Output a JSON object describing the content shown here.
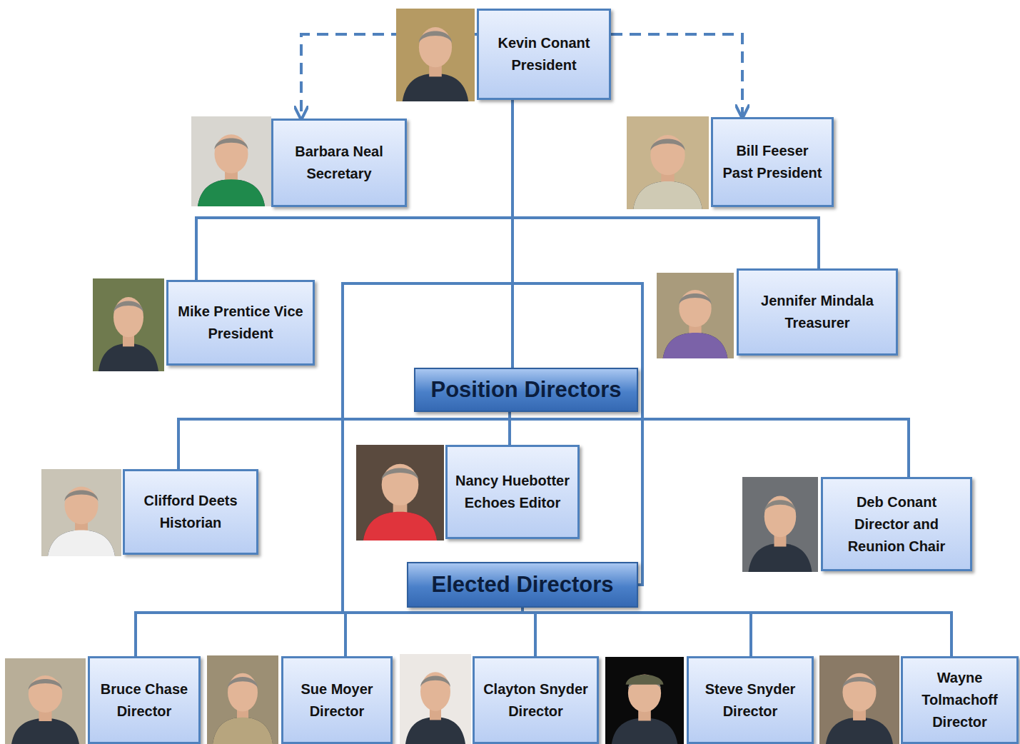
{
  "diagram": {
    "nodes": [
      {
        "text": [
          "Kevin Conant President"
        ]
      },
      {
        "text": [
          "Barbara Neal Secretary"
        ]
      },
      {
        "text": [
          "Bill Feeser Past President"
        ]
      },
      {
        "text": [
          "Mike Prentice Vice President"
        ]
      },
      {
        "text": [
          "Jennifer Mindala Treasurer"
        ]
      },
      {
        "text": [
          "Position Directors"
        ]
      },
      {
        "text": [
          "Clifford Deets Historian"
        ]
      },
      {
        "text": [
          "Nancy Huebotter Echoes Editor"
        ]
      },
      {
        "text": [
          "Deb Conant Director and Reunion Chair"
        ]
      },
      {
        "text": [
          "Elected Directors"
        ]
      },
      {
        "text": [
          "Bruce Chase Director"
        ]
      },
      {
        "text": [
          "Sue Moyer Director"
        ]
      },
      {
        "text": [
          "Clayton Snyder Director"
        ]
      },
      {
        "text": [
          "Steve Snyder Director"
        ]
      },
      {
        "text": [
          "Wayne Tolmachoff Director"
        ]
      }
    ],
    "edges": [
      {
        "from": 0,
        "to": 1,
        "arrow": "to"
      },
      {
        "from": 0,
        "to": 2,
        "arrow": "to"
      },
      {
        "from": 0,
        "to": 3,
        "arrow": "none"
      },
      {
        "from": 0,
        "to": 4,
        "arrow": "none"
      },
      {
        "from": 0,
        "to": 5,
        "arrow": "none"
      },
      {
        "from": 0,
        "to": 9,
        "arrow": "none"
      },
      {
        "from": 5,
        "to": 6,
        "arrow": "none"
      },
      {
        "from": 5,
        "to": 7,
        "arrow": "none"
      },
      {
        "from": 5,
        "to": 8,
        "arrow": "none"
      },
      {
        "from": 9,
        "to": 10,
        "arrow": "none"
      },
      {
        "from": 9,
        "to": 11,
        "arrow": "none"
      },
      {
        "from": 9,
        "to": 12,
        "arrow": "none"
      },
      {
        "from": 9,
        "to": 13,
        "arrow": "none"
      },
      {
        "from": 9,
        "to": 14,
        "arrow": "none"
      }
    ]
  }
}
